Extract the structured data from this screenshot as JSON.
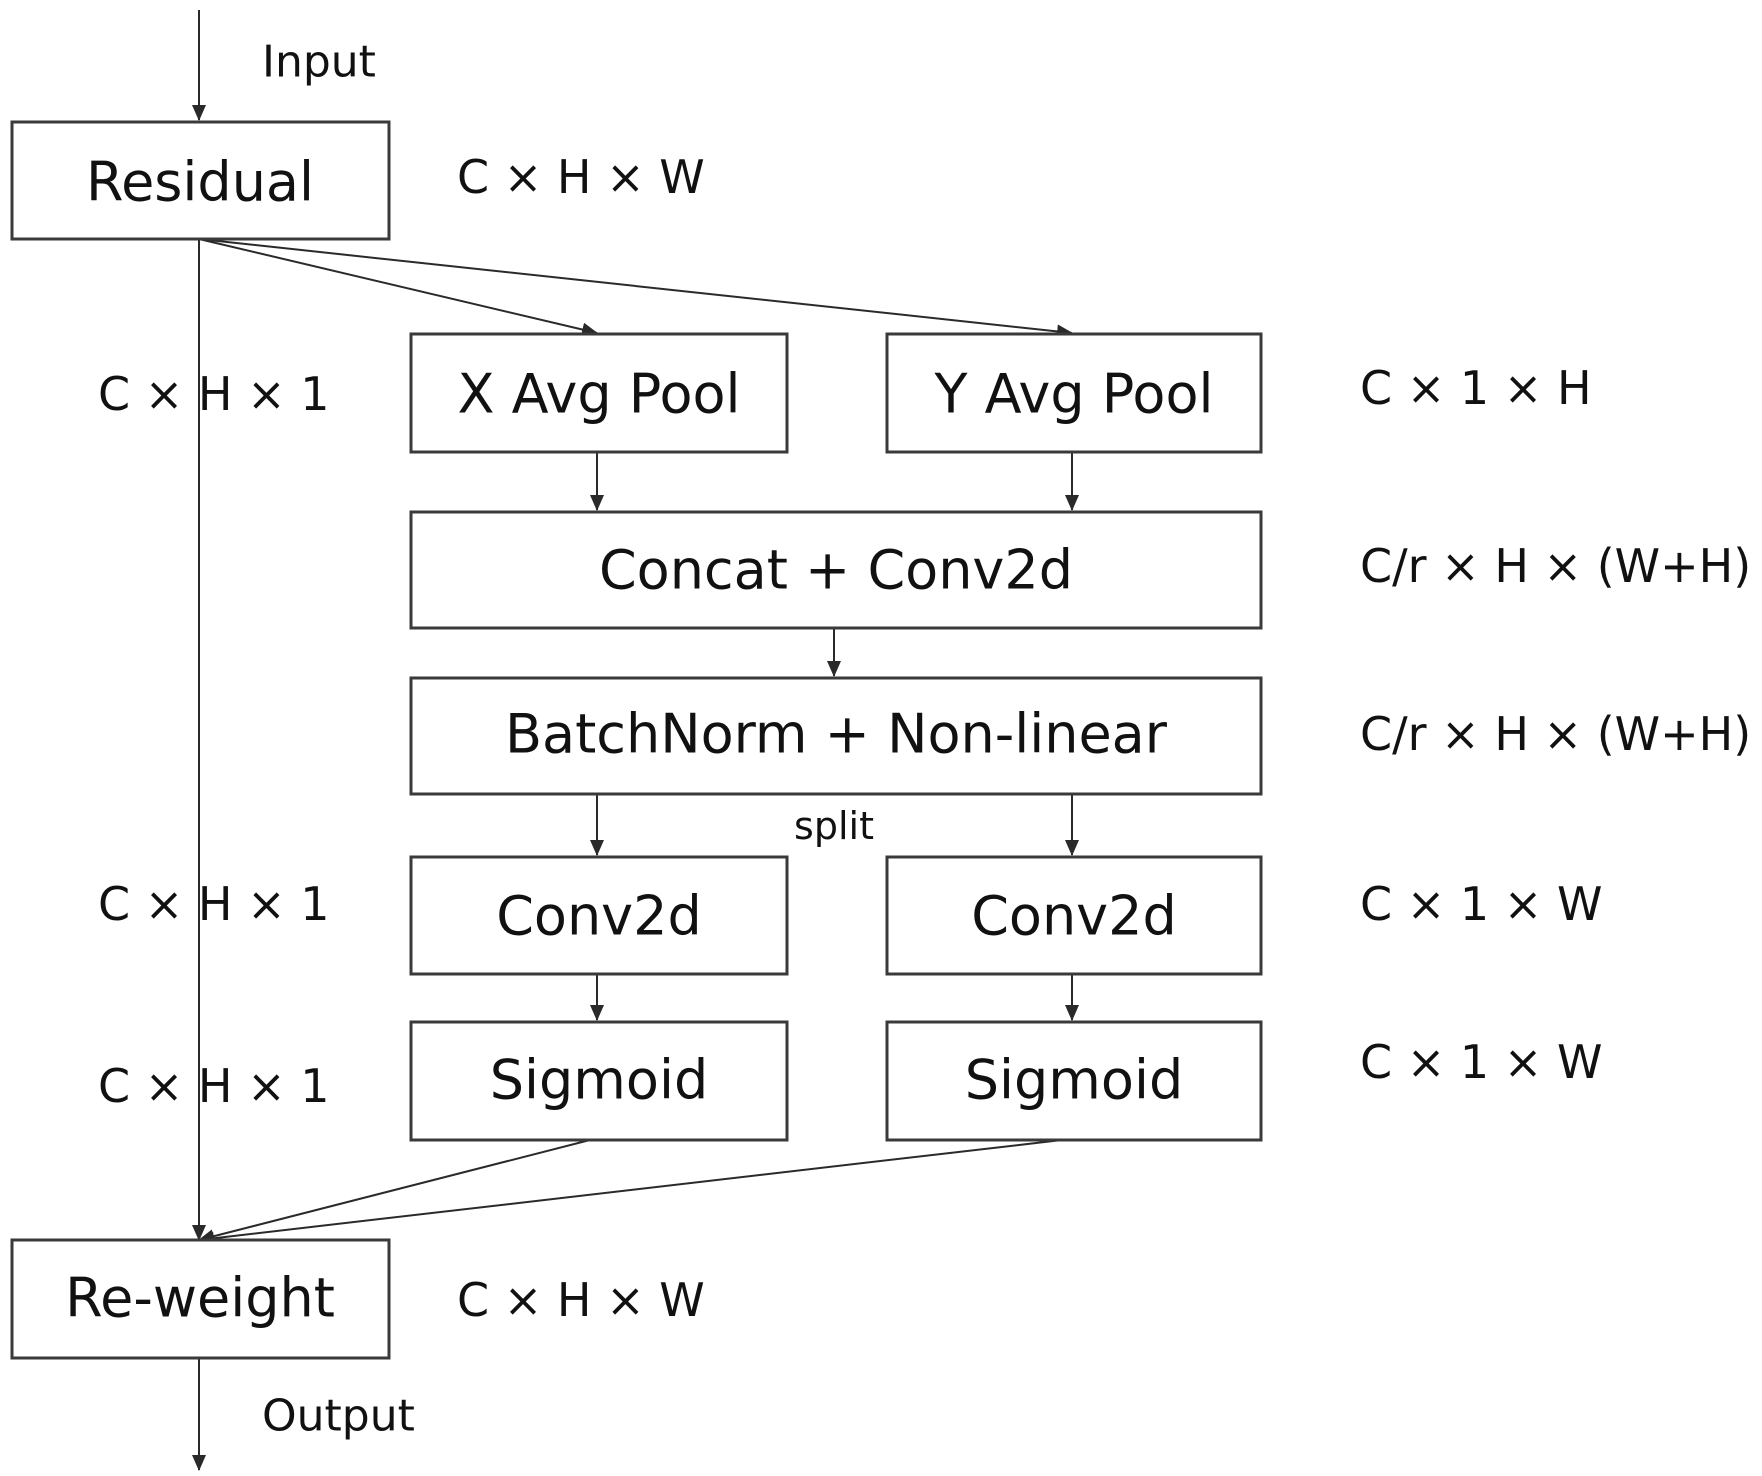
{
  "io": {
    "input": "Input",
    "output": "Output"
  },
  "blocks": {
    "residual": "Residual",
    "x_avg_pool": "X Avg Pool",
    "y_avg_pool": "Y Avg Pool",
    "concat_conv": "Concat + Conv2d",
    "batchnorm": "BatchNorm + Non-linear",
    "conv_left": "Conv2d",
    "conv_right": "Conv2d",
    "sigmoid_left": "Sigmoid",
    "sigmoid_right": "Sigmoid",
    "reweight": "Re-weight"
  },
  "labels": {
    "split": "split"
  },
  "dims": {
    "residual": "C × H × W",
    "left_pool": "C × H × 1",
    "right_pool": "C × 1 × H",
    "concat": "C/r × H × (W+H)",
    "batchnorm": "C/r × H × (W+H)",
    "left_conv": "C × H × 1",
    "right_conv": "C × 1 × W",
    "left_sigmoid": "C × H × 1",
    "right_sigmoid": "C × 1 × W",
    "reweight": "C × H × W"
  }
}
